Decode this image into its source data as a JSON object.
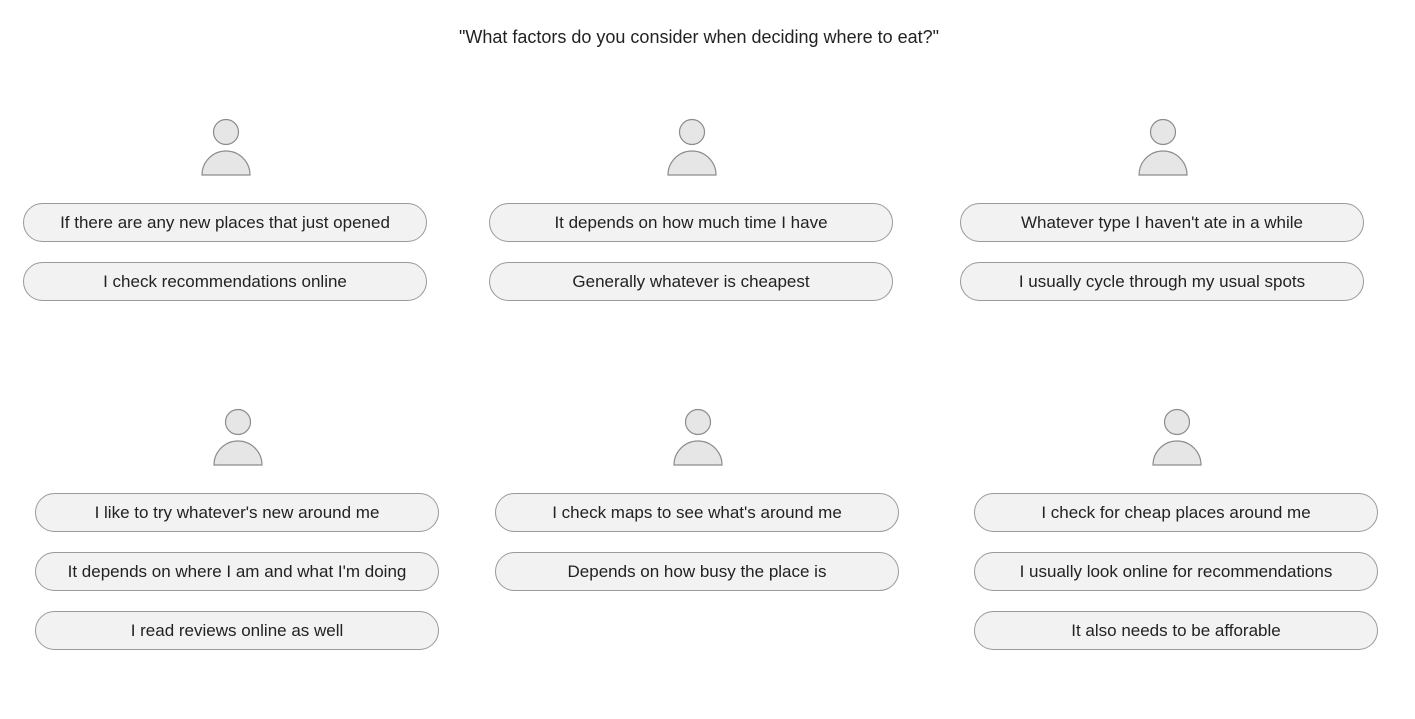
{
  "question": "\"What factors do you consider when deciding where to eat?\"",
  "personas": [
    {
      "responses": [
        "If there are any new places that just opened",
        "I check recommendations online"
      ]
    },
    {
      "responses": [
        "It depends on how much time I have",
        "Generally whatever is cheapest"
      ]
    },
    {
      "responses": [
        "Whatever type I haven't ate in a while",
        "I usually cycle through my usual spots"
      ]
    },
    {
      "responses": [
        "I like to try whatever's new around me",
        "It depends on where I am and what I'm doing",
        "I read reviews online as well"
      ]
    },
    {
      "responses": [
        "I check maps to see what's around me",
        "Depends on how busy the place is"
      ]
    },
    {
      "responses": [
        "I check for cheap places around me",
        "I usually look online for recommendations",
        "It also needs to be afforable"
      ]
    }
  ],
  "icons": {
    "avatar": "person-icon"
  },
  "colors": {
    "pill_fill": "#f2f2f2",
    "pill_border": "#9a9a9a",
    "avatar_fill": "#e6e6e6",
    "avatar_stroke": "#8c8c8c"
  }
}
